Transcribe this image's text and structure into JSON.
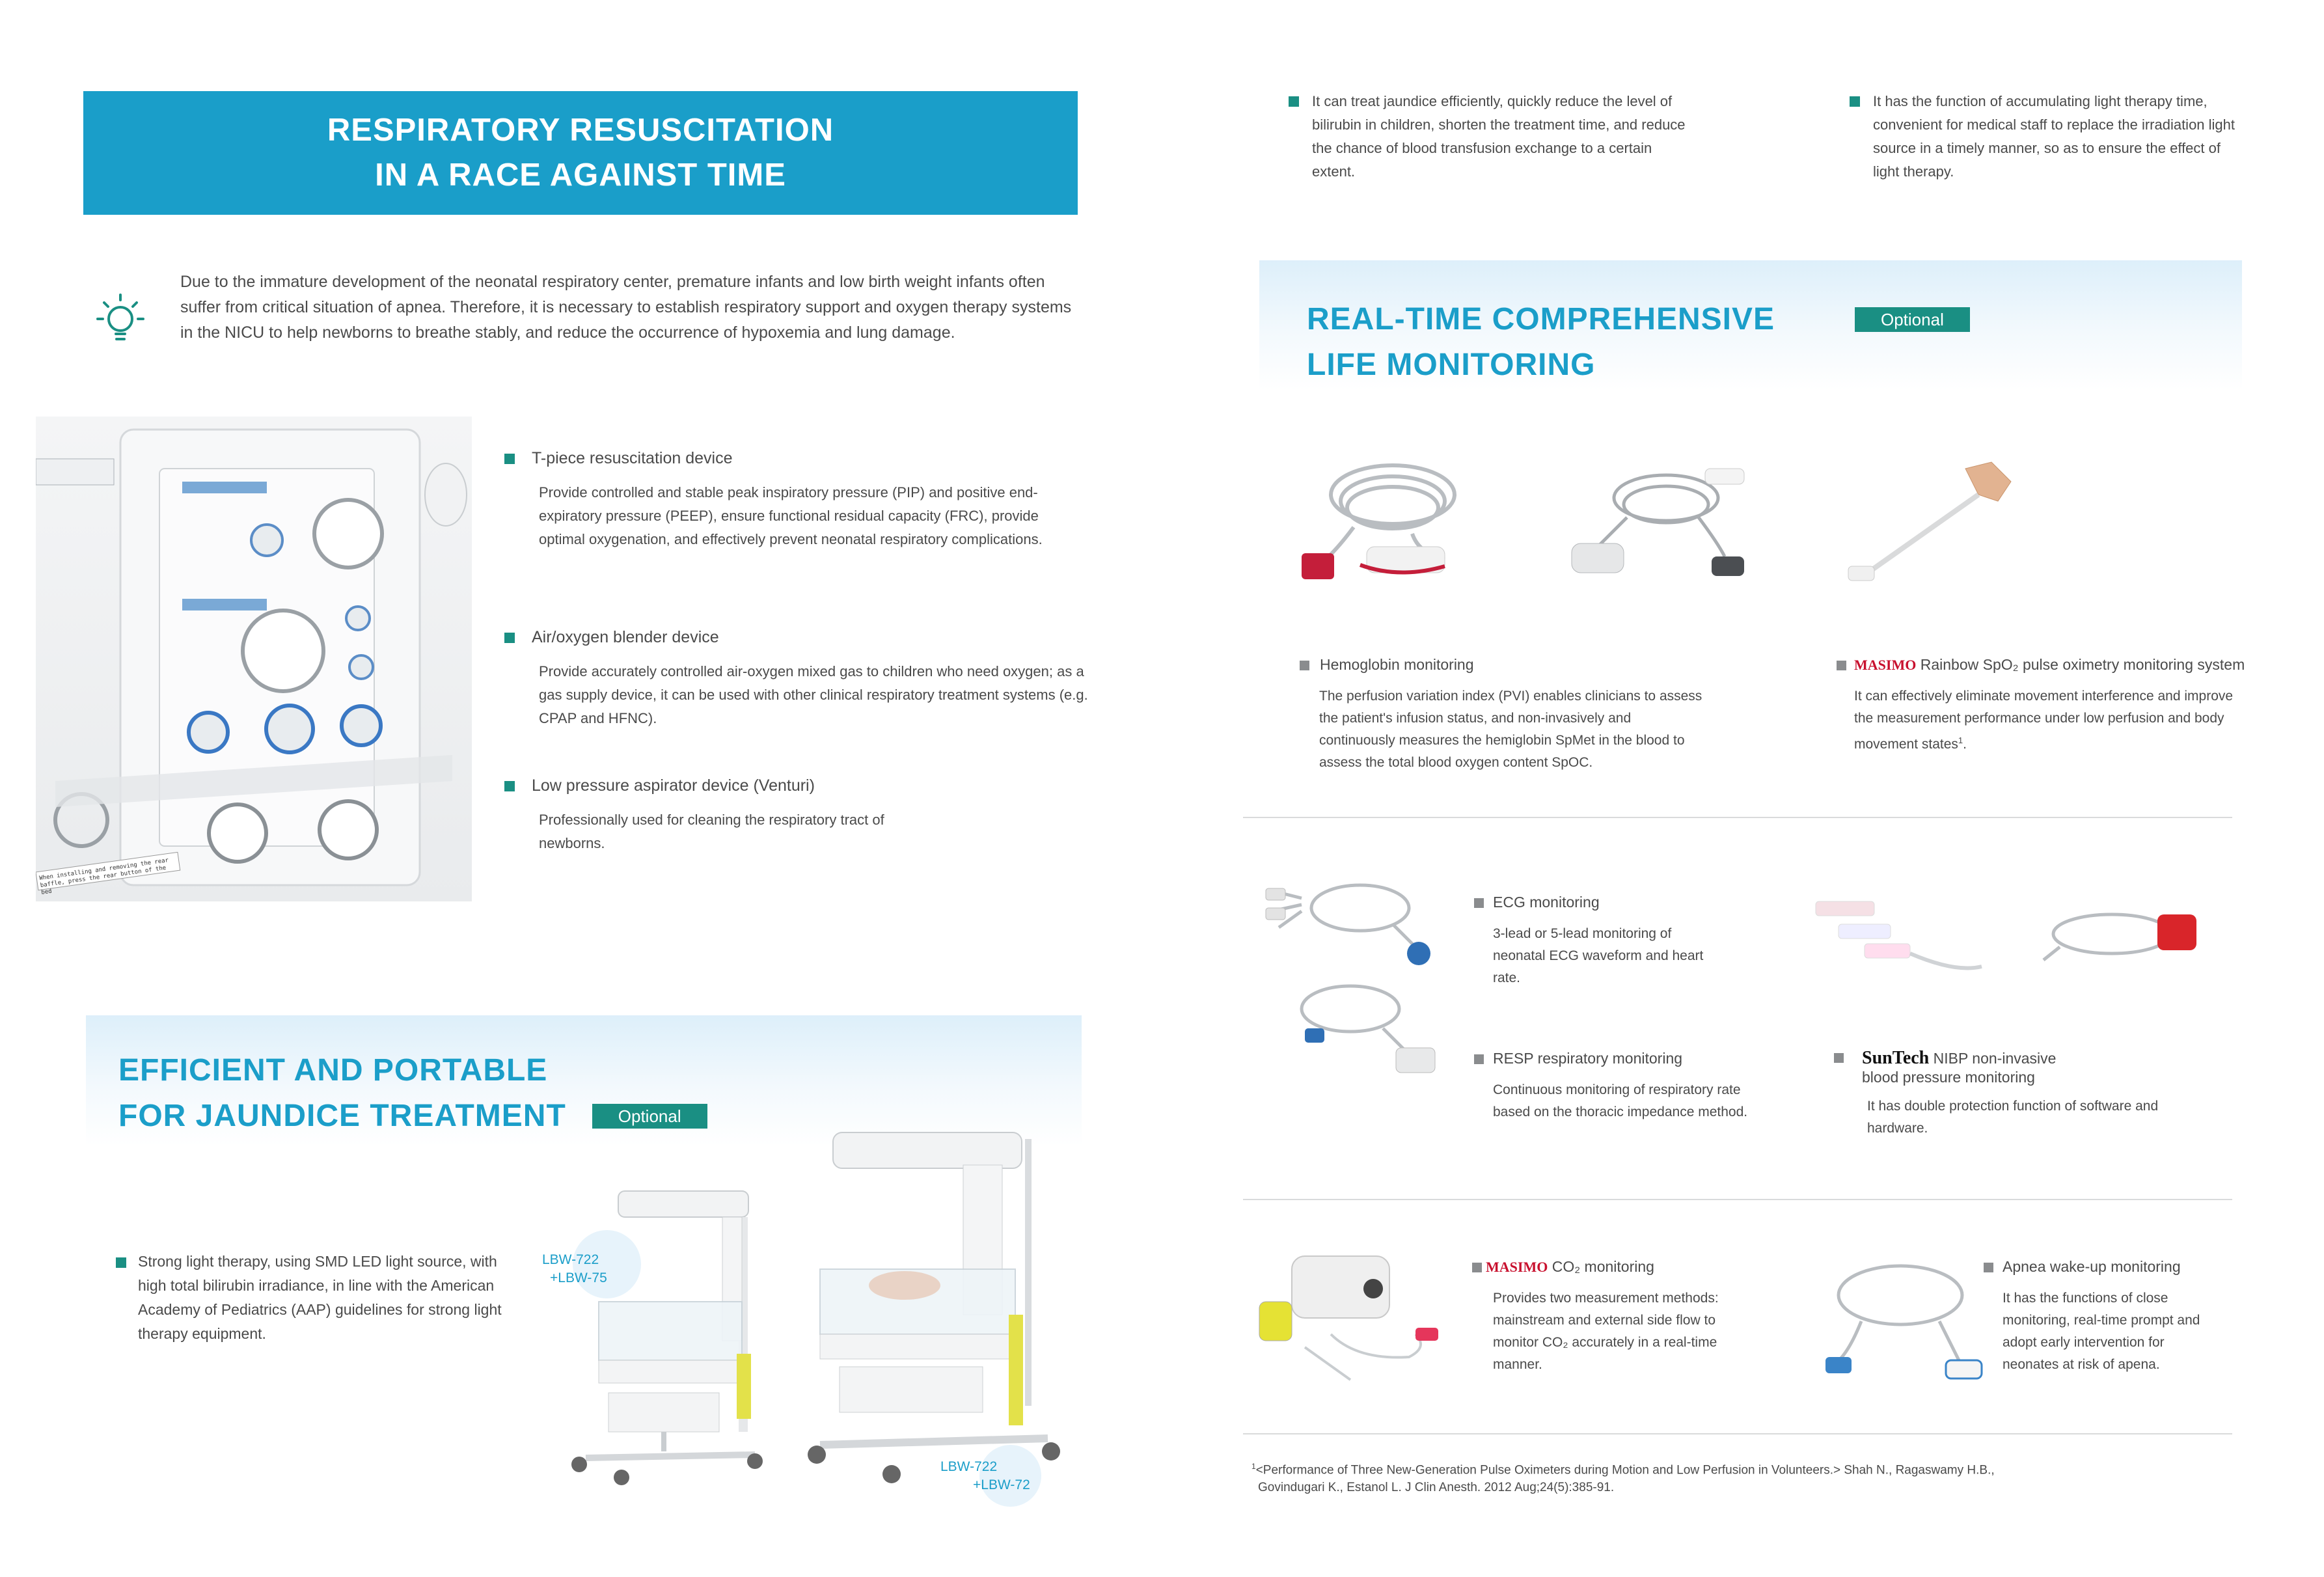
{
  "left": {
    "banner": {
      "line1": "RESPIRATORY RESUSCITATION",
      "line2": "IN A RACE AGAINST TIME"
    },
    "intro": "Due to the immature development of the neonatal respiratory center, premature infants and low birth weight infants often suffer from critical situation of apnea. Therefore, it is necessary to establish respiratory support and oxygen therapy systems in the NICU to help newborns to breathe stably, and reduce the occurrence of hypoxemia and lung damage.",
    "intro_icon": "lightbulb-icon",
    "features": [
      {
        "title": "T-piece resuscitation device",
        "body": "Provide controlled and stable peak inspiratory pressure (PIP) and positive end-expiratory pressure (PEEP), ensure functional residual capacity (FRC), provide optimal oxygenation, and effectively prevent neonatal respiratory complications."
      },
      {
        "title": "Air/oxygen blender device",
        "body": "Provide accurately controlled air-oxygen mixed gas to children who need oxygen; as a gas supply device, it can be used with other clinical respiratory treatment systems (e.g. CPAP and HFNC)."
      },
      {
        "title": "Low pressure aspirator device  (Venturi)",
        "body": "Professionally used for cleaning the respiratory tract of newborns."
      }
    ],
    "device_caption": "When installing and removing the rear baffle, press the rear button of the bed",
    "jaundice": {
      "title1": "EFFICIENT AND PORTABLE",
      "title2": "FOR JAUNDICE TREATMENT",
      "optional": "Optional",
      "bullet": "Strong light therapy, using SMD LED light source, with high total bilirubin irradiance, in line with the American Academy of Pediatrics (AAP) guidelines for strong light therapy equipment.",
      "label1a": "LBW-722",
      "label1b": "+LBW-75",
      "label2a": "LBW-722",
      "label2b": "+LBW-72"
    }
  },
  "right": {
    "top_bullets": [
      "It can treat jaundice efficiently, quickly reduce the level of bilirubin in children, shorten the treatment time, and reduce the chance of blood transfusion exchange to a certain extent.",
      "It has the function of accumulating light therapy time, convenient for medical staff to replace the irradiation light source in a timely manner, so as to ensure the effect of light therapy."
    ],
    "monitoring": {
      "title1": "REAL-TIME COMPREHENSIVE",
      "title2": "LIFE MONITORING",
      "optional": "Optional"
    },
    "hemoglobin": {
      "title": "Hemoglobin monitoring",
      "body": "The perfusion variation index (PVI) enables clinicians to assess the patient's infusion status, and non-invasively and continuously measures the hemiglobin SpMet in the blood to assess the total blood oxygen content SpOC."
    },
    "rainbow": {
      "brand": "MASIMO",
      "title": "Rainbow SpO₂ pulse oximetry monitoring system",
      "body": "It can effectively eliminate movement interference and improve the measurement performance under low perfusion and body movement states",
      "sup": "1",
      "end": "."
    },
    "ecg": {
      "title": "ECG monitoring",
      "body": "3-lead or 5-lead monitoring of neonatal ECG waveform and heart rate."
    },
    "resp": {
      "title": "RESP respiratory monitoring",
      "body": "Continuous monitoring of respiratory rate based on the thoracic impedance method."
    },
    "nibp": {
      "brand": "SunTech",
      "title1": "NIBP non-invasive",
      "title2": "blood pressure monitoring",
      "body": "It has double protection function of software and hardware."
    },
    "co2": {
      "brand": "MASIMO",
      "title": "CO₂  monitoring",
      "body": "Provides two measurement methods: mainstream and external side flow to monitor CO₂ accurately in a real-time manner."
    },
    "apnea": {
      "title": "Apnea wake-up monitoring",
      "body": "It has the functions of close monitoring, real-time prompt and adopt early intervention for neonates at risk of apena."
    },
    "footnote": {
      "sup": "1",
      "line1": "<Performance of Three New-Generation Pulse Oximeters during Motion and Low Perfusion in Volunteers.> Shah N., Ragaswamy H.B.,",
      "line2": "Govindugari K., Estanol L. J Clin Anesth. 2012 Aug;24(5):385-91."
    }
  }
}
